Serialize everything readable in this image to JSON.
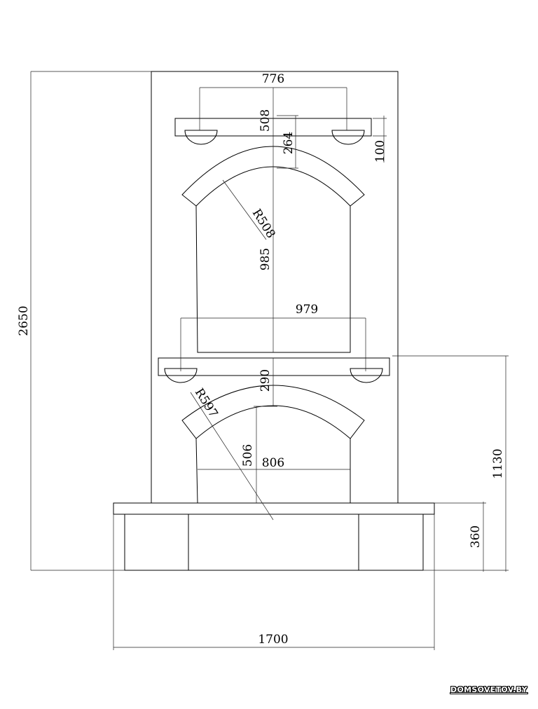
{
  "dimensions": {
    "top_width": "776",
    "top_shelf": "508",
    "top_arch_height": "264",
    "shelf_thickness": "100",
    "top_radius": "R508",
    "top_height": "985",
    "middle_width": "979",
    "middle_gap": "290",
    "lower_radius": "R597",
    "lower_height": "506",
    "lower_width": "806",
    "total_height": "2650",
    "lower_total": "1130",
    "base_height": "360",
    "total_width": "1700"
  },
  "watermark": "DOMSOVETOV.BY"
}
